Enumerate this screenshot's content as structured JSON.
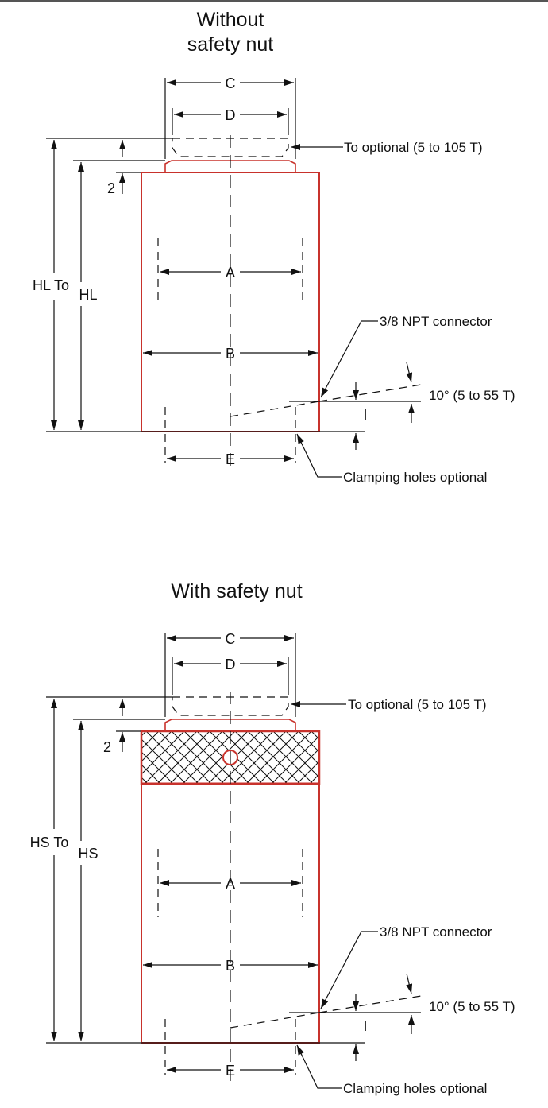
{
  "colors": {
    "body_outline": "#c8322c",
    "lines": "#111111",
    "background": "#ffffff"
  },
  "without_nut": {
    "title_line1": "Without",
    "title_line2": "safety nut",
    "dim_c": "C",
    "dim_d": "D",
    "dim_a": "A",
    "dim_b": "B",
    "dim_e": "E",
    "dim_2": "2",
    "dim_i": "I",
    "height_to": "HL To",
    "height": "HL",
    "to_optional": "To optional (5 to 105 T)",
    "connector": "3/8 NPT connector",
    "angle": "10° (5 to 55 T)",
    "clamping": "Clamping holes optional"
  },
  "with_nut": {
    "title": "With safety nut",
    "dim_c": "C",
    "dim_d": "D",
    "dim_a": "A",
    "dim_b": "B",
    "dim_e": "E",
    "dim_2": "2",
    "dim_i": "I",
    "height_to": "HS To",
    "height": "HS",
    "to_optional": "To optional (5 to 105 T)",
    "connector": "3/8 NPT connector",
    "angle": "10° (5 to 55 T)",
    "clamping": "Clamping holes optional"
  }
}
